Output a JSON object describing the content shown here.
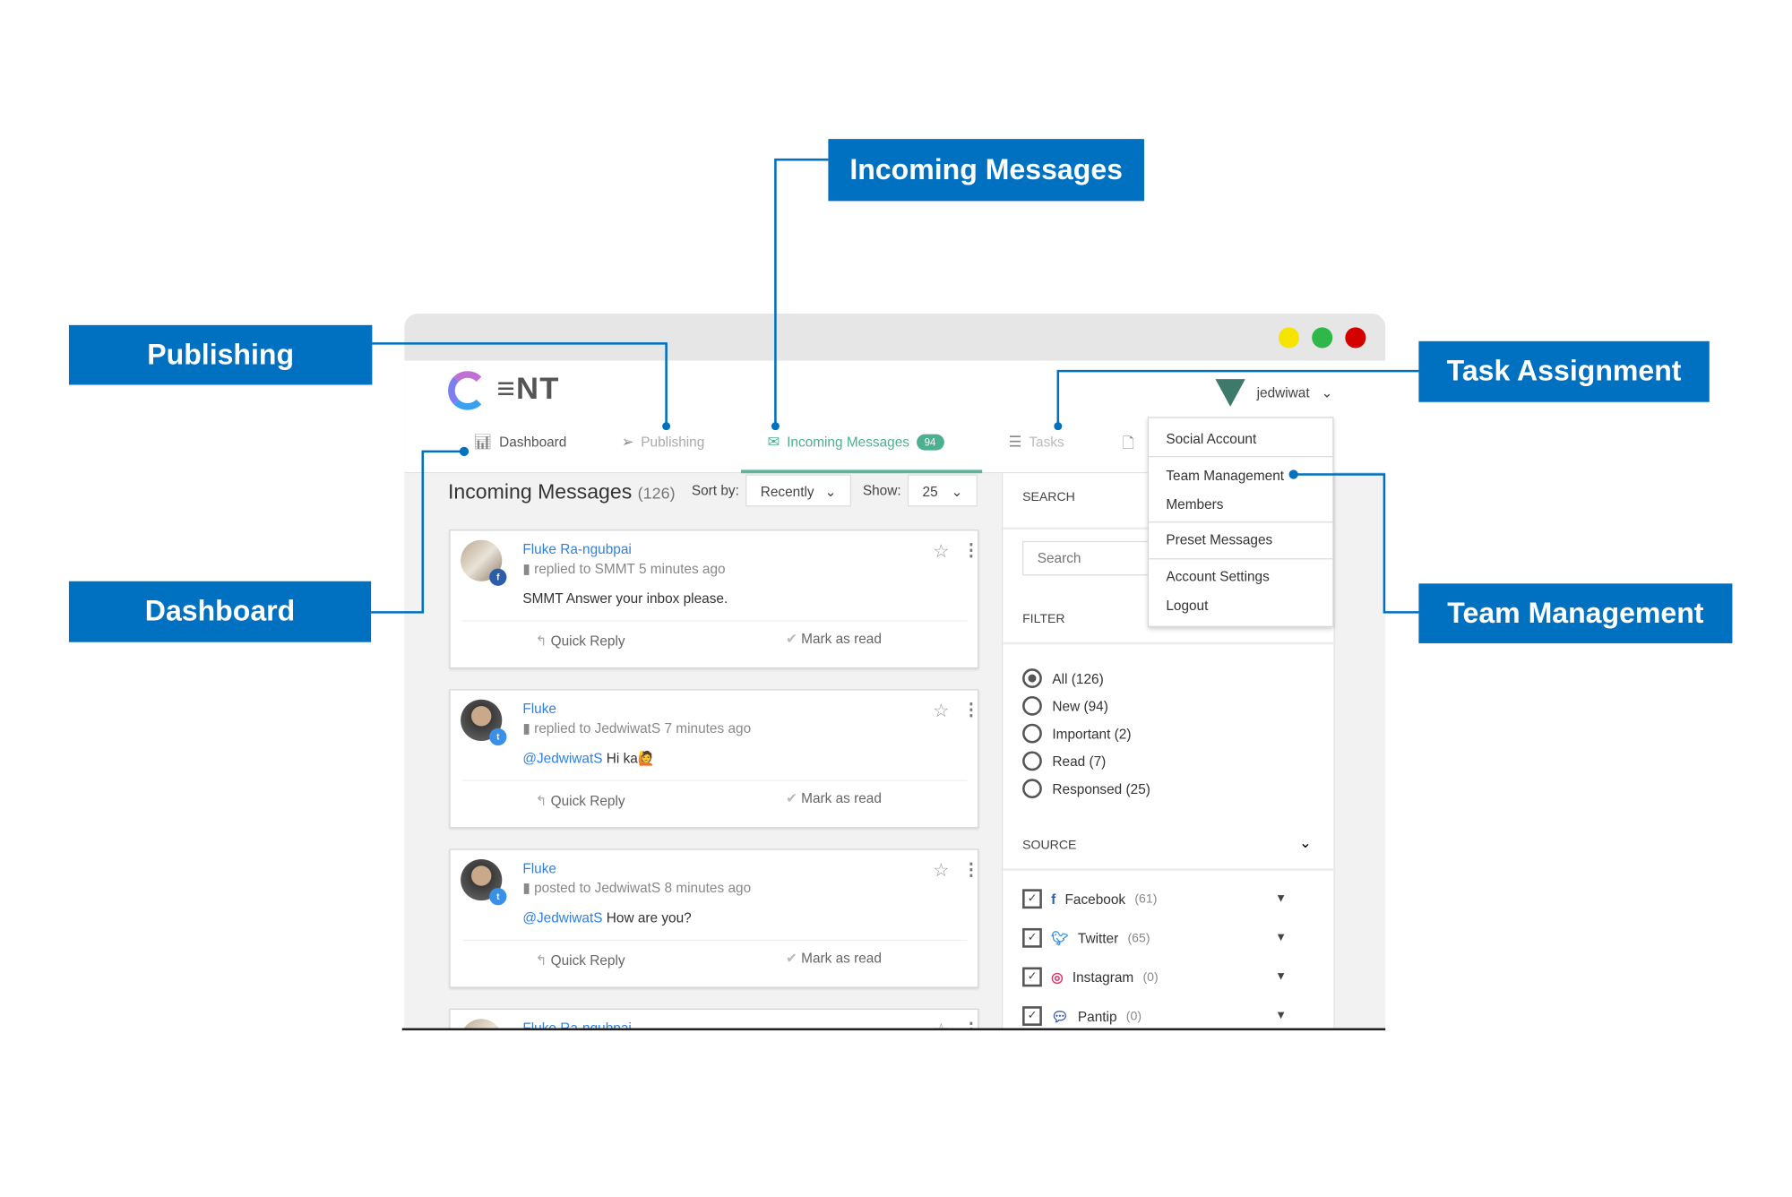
{
  "colors": {
    "accent": "#4caf8f",
    "callout": "#0070c0",
    "link": "#2f80e0",
    "traffic": [
      "#f5e400",
      "#2eb84a",
      "#d40000"
    ]
  },
  "app": {
    "logo": "CENT",
    "user": "jedwiwat"
  },
  "nav": [
    {
      "label": "Dashboard",
      "icon": "bar-chart-icon"
    },
    {
      "label": "Publishing",
      "icon": "paper-plane-icon"
    },
    {
      "label": "Incoming Messages",
      "icon": "envelope-icon",
      "badge": "94",
      "active": true
    },
    {
      "label": "Tasks",
      "icon": "task-list-icon"
    }
  ],
  "main": {
    "title": "Incoming Messages",
    "count": "(126)",
    "sort_label": "Sort by:",
    "sort_value": "Recently",
    "show_label": "Show:",
    "show_value": "25"
  },
  "cards": [
    {
      "name": "Fluke Ra-ngubpai",
      "meta": "replied to SMMT  5 minutes ago",
      "mention": "",
      "text": "SMMT Answer your inbox please.",
      "source": "facebook"
    },
    {
      "name": "Fluke",
      "meta": "replied to JedwiwatS 7 minutes ago",
      "mention": "@JedwiwatS",
      "text": " Hi ka🙋",
      "source": "twitter"
    },
    {
      "name": "Fluke",
      "meta": "posted to JedwiwatS 8 minutes ago",
      "mention": "@JedwiwatS",
      "text": " How are you?",
      "source": "twitter"
    },
    {
      "name": "Fluke Ra-ngubpai"
    }
  ],
  "card_actions": {
    "quick_reply": "Quick Reply",
    "mark_read": "Mark as read"
  },
  "panel": {
    "search_label": "SEARCH",
    "search_placeholder": "Search",
    "filter_label": "FILTER",
    "source_label": "SOURCE",
    "filters": [
      "All (126)",
      "New (94)",
      "Important (2)",
      "Read (7)",
      "Responsed (25)"
    ],
    "selected_filter": "All (126)",
    "sources": [
      {
        "name": "Facebook",
        "count": "(61)"
      },
      {
        "name": "Twitter",
        "count": "(65)"
      },
      {
        "name": "Instagram",
        "count": "(0)"
      },
      {
        "name": "Pantip",
        "count": "(0)"
      }
    ]
  },
  "menu": [
    "Social Account",
    "Team Management",
    "Members",
    "Preset Messages",
    "Account Settings",
    "Logout"
  ],
  "callouts": {
    "incoming": "Incoming Messages",
    "publishing": "Publishing",
    "dashboard": "Dashboard",
    "tasks": "Task Assignment",
    "team": "Team Management"
  }
}
